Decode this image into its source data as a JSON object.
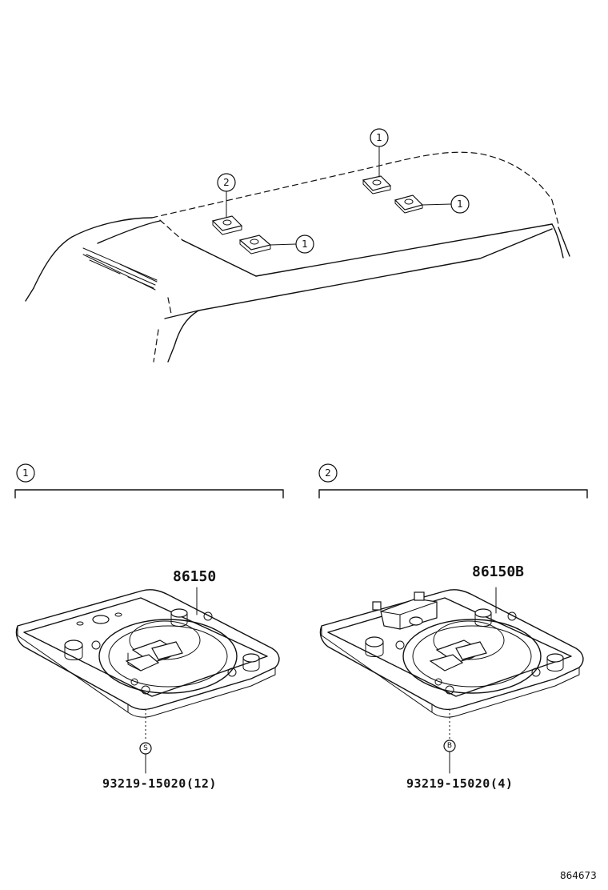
{
  "callouts": {
    "top_1a": "1",
    "top_1b": "1",
    "top_1c": "1",
    "top_2": "2",
    "section_1": "1",
    "section_2": "2"
  },
  "parts": {
    "left_part_number": "86150",
    "right_part_number": "86150B",
    "left_screw": "93219-15020(12)",
    "right_screw": "93219-15020(4)",
    "left_screw_marker": "S",
    "right_screw_marker": "B"
  },
  "reference_number": "864673"
}
